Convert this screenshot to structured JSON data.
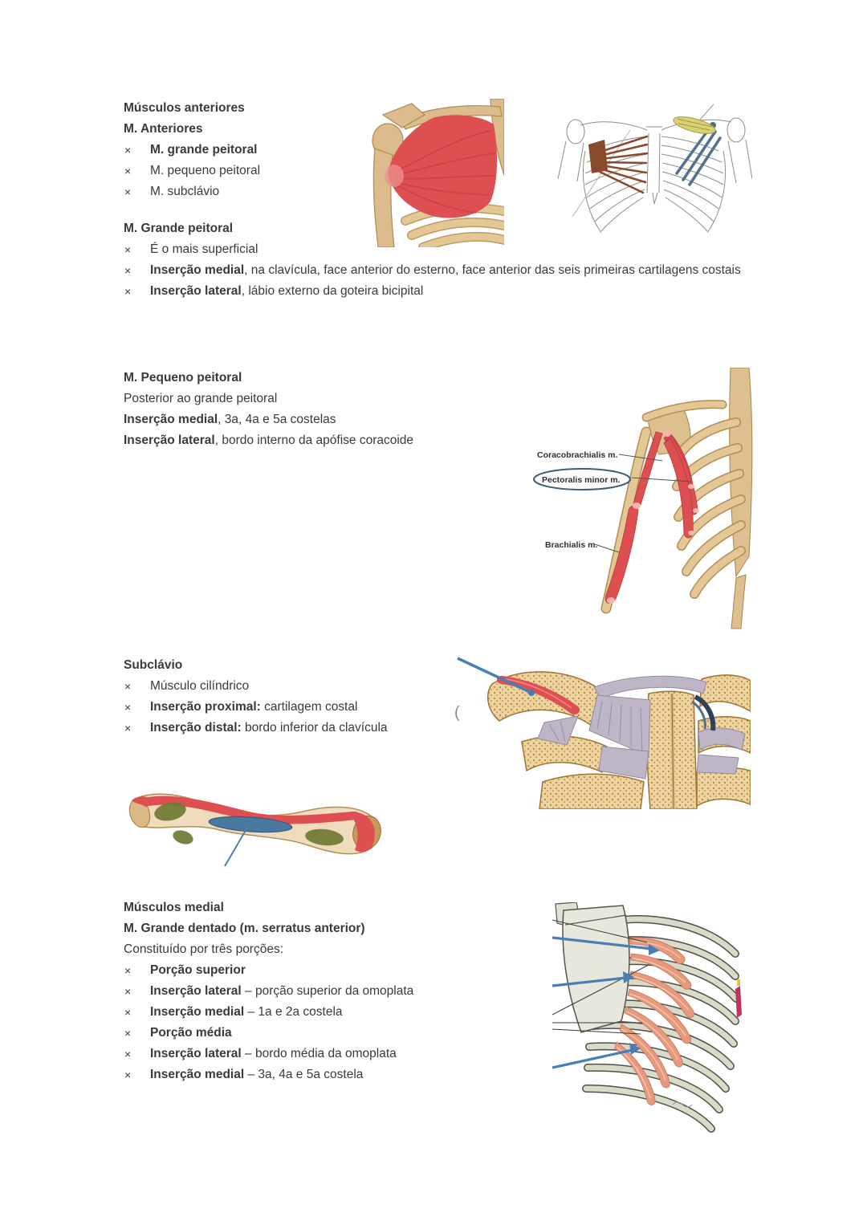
{
  "bullet_char": "×",
  "sections": {
    "anteriores": {
      "title": "Músculos anteriores",
      "subtitle": "M. Anteriores",
      "items": [
        {
          "lead": "M. grande peitoral",
          "rest": ""
        },
        {
          "lead": "",
          "rest": "M. pequeno peitoral"
        },
        {
          "lead": "",
          "rest": "M. subclávio"
        }
      ]
    },
    "grande_peitoral": {
      "title": "M. Grande peitoral",
      "items": [
        {
          "lead": "",
          "rest": "É o mais superficial"
        },
        {
          "lead": "Inserção medial",
          "rest": ", na clavícula, face anterior do esterno, face anterior das seis primeiras cartilagens costais"
        },
        {
          "lead": "Inserção lateral",
          "rest": ", lábio externo da goteira bicipital"
        }
      ]
    },
    "pequeno_peitoral": {
      "title": "M. Pequeno peitoral",
      "lines": [
        {
          "lead": "",
          "rest": "Posterior ao grande peitoral"
        },
        {
          "lead": "Inserção medial",
          "rest": ", 3a, 4a e 5a costelas"
        },
        {
          "lead": "Inserção lateral",
          "rest": ", bordo interno da apófise coracoide"
        }
      ]
    },
    "subclavio": {
      "title": "Subclávio",
      "items": [
        {
          "lead": "",
          "rest": "Músculo cilíndrico"
        },
        {
          "lead": "Inserção proximal:",
          "rest": " cartilagem costal"
        },
        {
          "lead": "Inserção distal:",
          "rest": " bordo inferior da clavícula"
        }
      ]
    },
    "medial": {
      "title": "Músculos medial",
      "subtitle": "M. Grande dentado (m. serratus anterior)",
      "intro": "Constituído por três porções:",
      "porcao_superior": [
        {
          "lead": "Porção superior",
          "rest": ""
        },
        {
          "lead": "Inserção lateral",
          "rest": " – porção superior da omoplata"
        },
        {
          "lead": "Inserção medial",
          "rest": " – 1a e 2a costela"
        }
      ],
      "porcao_media": [
        {
          "lead": "Porção média",
          "rest": ""
        },
        {
          "lead": "Inserção lateral",
          "rest": " – bordo média da omoplata"
        },
        {
          "lead": "Inserção medial",
          "rest": " – 3a, 4a e 5a costela"
        }
      ]
    }
  },
  "figures": {
    "pectoralis_minor": {
      "labels": {
        "coracobrachialis": "Coracobrachialis m.",
        "pectoralis_minor": "Pectoralis minor m.",
        "brachialis": "Brachialis m."
      }
    },
    "sc_joint": {
      "paren": "("
    }
  },
  "colors": {
    "text": "#3a3a3a",
    "muscle_red": "#de4f52",
    "muscle_salmon": "#e8997c",
    "bone_tan": "#dcbc8c",
    "pointer_blue": "#4a7fb5",
    "ligament_gray": "#beb6c6",
    "drawing_brown": "#8a4a2e",
    "drawing_slate": "#53708c",
    "drawing_yellow": "#d9d173",
    "label_ellipse_blue": "#3f5e73"
  }
}
